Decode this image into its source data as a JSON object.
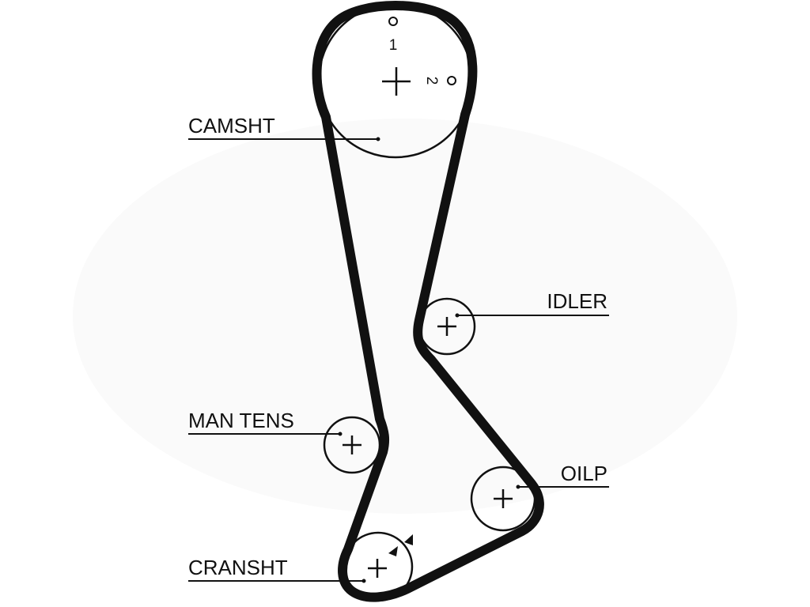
{
  "diagram": {
    "labels": {
      "camshaft": "CAMSHT",
      "idler": "IDLER",
      "manual_tensioner": "MAN TENS",
      "oil_pump": "OILP",
      "crankshaft": "CRANSHT"
    },
    "timing_marks": {
      "mark_1": "1",
      "mark_2": "2"
    },
    "colors": {
      "belt": "#111111",
      "pulley": "#111111",
      "background": "#ffffff"
    }
  }
}
